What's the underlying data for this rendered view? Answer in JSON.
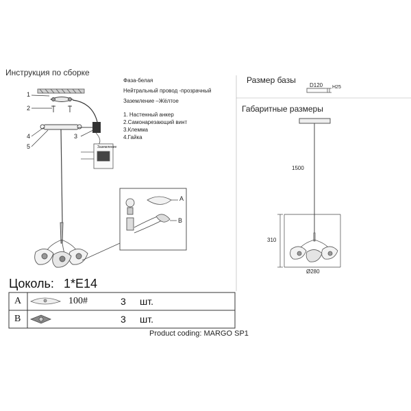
{
  "assembly": {
    "title": "Инструкция по сборке",
    "wires": [
      "Фаза-белая",
      "Нейтральный провод -прозрачный",
      "Заземление –Жёлтое"
    ],
    "parts": [
      "1. Настенный анкер",
      "2.Самонарезающий винт",
      "3.Клемма",
      "4.Гайка"
    ],
    "callouts": [
      "1",
      "2",
      "3",
      "4",
      "5"
    ],
    "ground_label": "Заземление",
    "detail_labels": [
      "A",
      "B"
    ]
  },
  "base": {
    "title": "Размер базы",
    "diameter": "D120",
    "height": "H25"
  },
  "dimensions": {
    "title": "Габаритные размеры",
    "cable_length": "1500",
    "body_height": "310",
    "diameter": "Ø280"
  },
  "socket": {
    "label": "Цоколь:",
    "value": "1*E14"
  },
  "parts_table": [
    {
      "letter": "A",
      "code": "100#",
      "qty": "3",
      "unit": "шт."
    },
    {
      "letter": "B",
      "code": "",
      "qty": "3",
      "unit": "шт."
    }
  ],
  "product_coding": "Product coding: MARGO SP1"
}
